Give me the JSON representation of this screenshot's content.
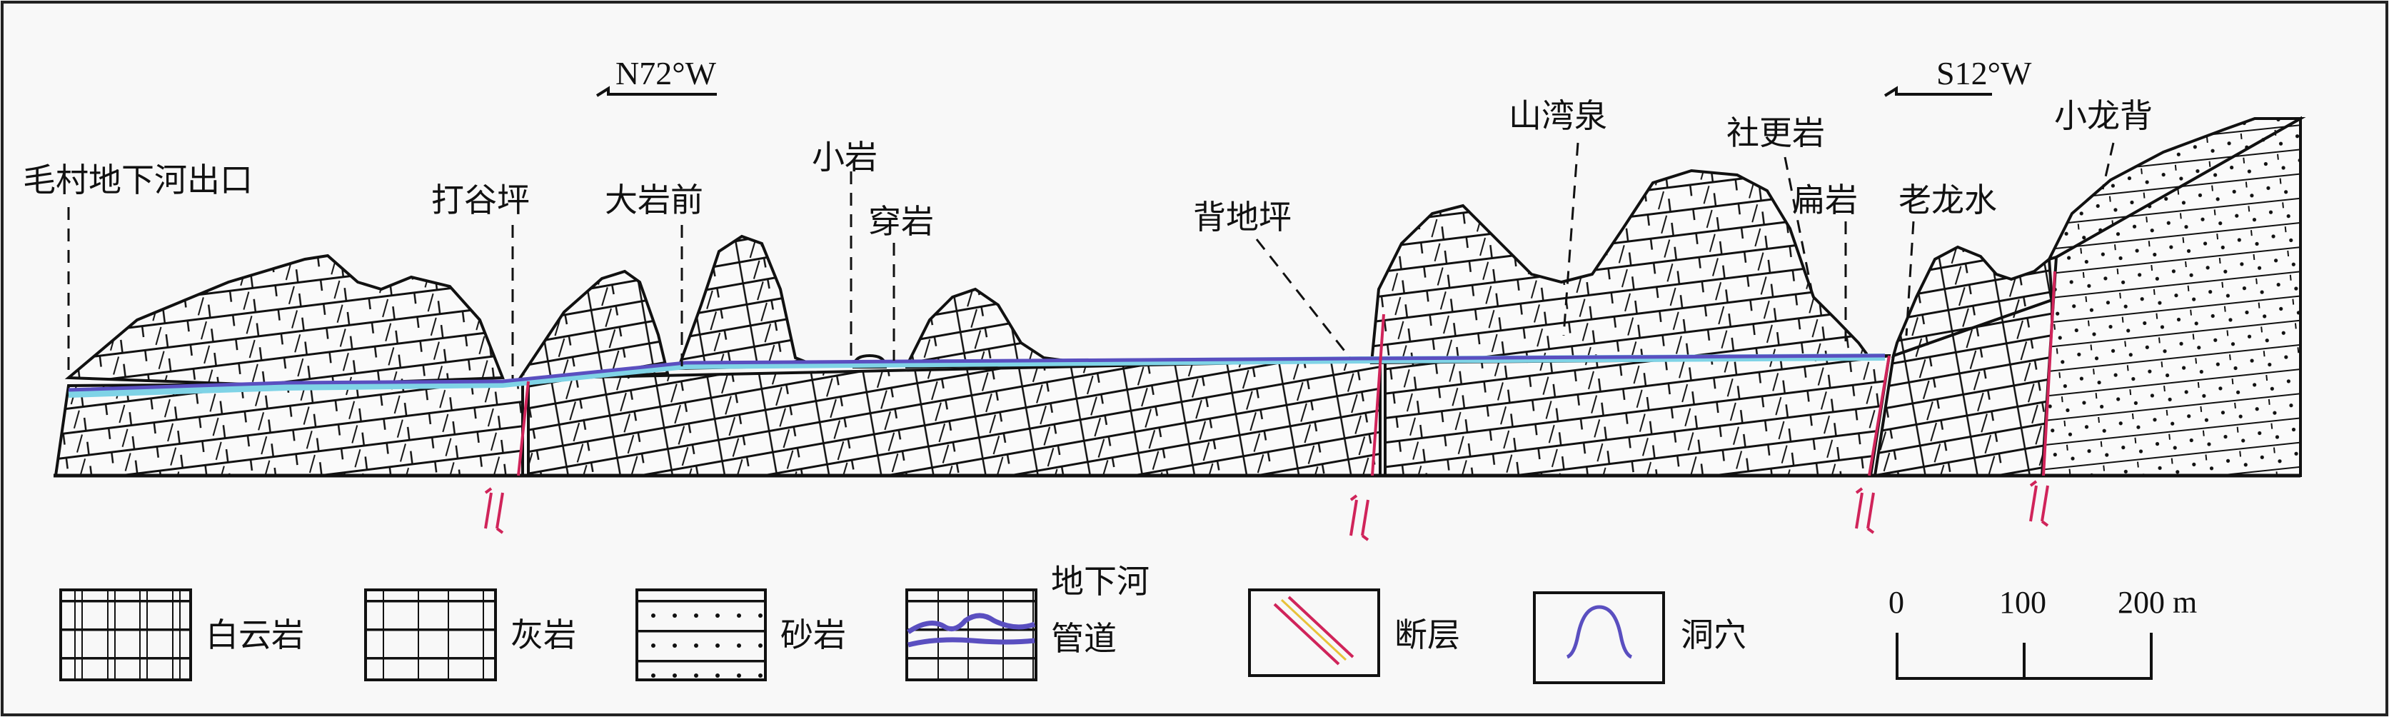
{
  "directions": {
    "left": "N72°W",
    "right": "S12°W"
  },
  "locations": {
    "maocun_outlet": "毛村地下河出口",
    "daguping": "打谷坪",
    "dayanqian": "大岩前",
    "xiaoyan": "小岩",
    "chuanyan": "穿岩",
    "beidiping": "背地坪",
    "shanwanquan": "山湾泉",
    "shegengyan": "社更岩",
    "bianyan": "扁岩",
    "laolongshui": "老龙水",
    "xiaolongbei": "小龙背"
  },
  "legend": {
    "dolomite": "白云岩",
    "limestone": "灰岩",
    "sandstone": "砂岩",
    "river_line1": "地下河",
    "river_line2": "管道",
    "fault": "断层",
    "cave": "洞穴"
  },
  "scale_bar": {
    "ticks": [
      "0",
      "100",
      "200 m"
    ],
    "unit": "m"
  },
  "colors": {
    "fault": "#d0245a",
    "fault_fill": "#e8c23a",
    "river": "#5a4fc0",
    "river_light": "#7fd3e6"
  }
}
